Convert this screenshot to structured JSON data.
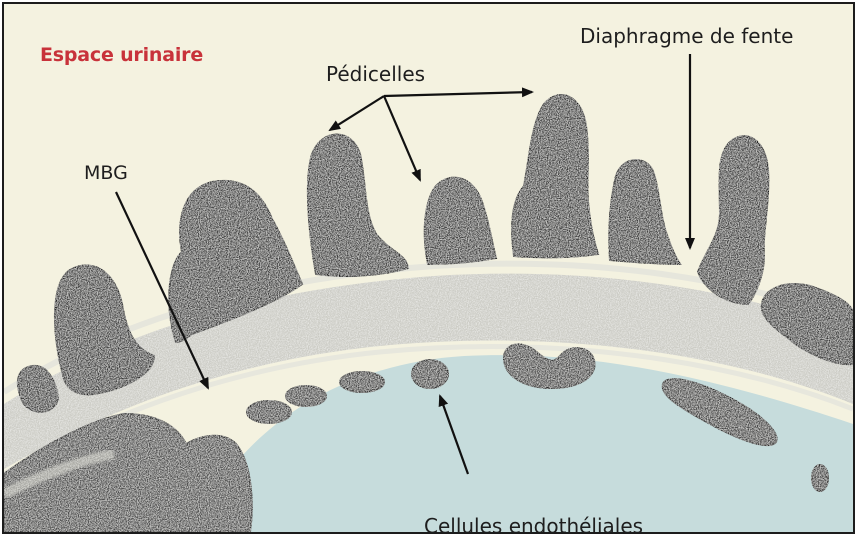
{
  "diagram": {
    "region_label": "Espace urinaire",
    "labels": {
      "pedicelles": "Pédicelles",
      "diaphragme": "Diaphragme de fente",
      "mbg": "MBG",
      "endothelial": "Cellules endothéliales"
    },
    "colors": {
      "background": "#f4f2e0",
      "title": "#c8323a",
      "lumen": "#c6dcdc",
      "membrane": "#cbcbc4",
      "cell_dark": "#3a3a3a",
      "cell_light": "#dcdcd4",
      "arrow": "#111111"
    }
  }
}
